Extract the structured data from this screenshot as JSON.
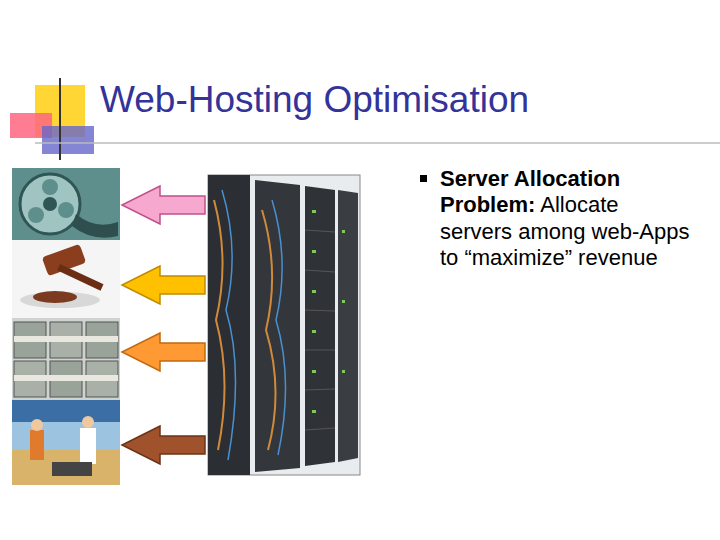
{
  "diagram": {
    "title": "Web-Hosting Optimisation",
    "labels": [
      "Server Allocation Problem:",
      "Allocate servers among web-Apps to “maximize” revenue"
    ]
  }
}
